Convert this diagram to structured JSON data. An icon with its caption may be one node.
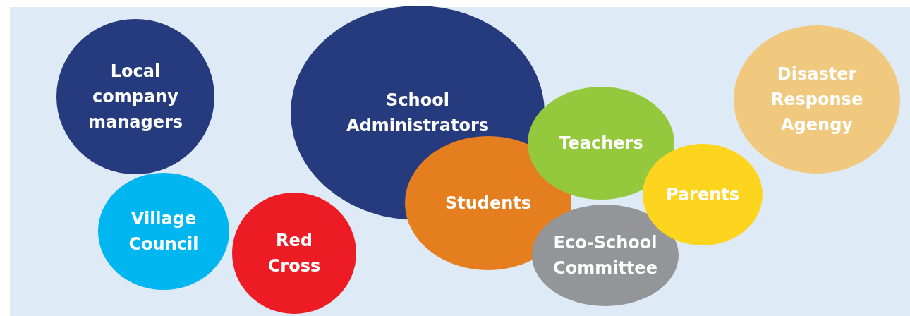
{
  "diagram": {
    "nodes": [
      {
        "text": [
          "Local company managers"
        ]
      },
      {
        "text": [
          "School Administrators"
        ]
      },
      {
        "text": [
          "Disaster Response Agengy"
        ]
      },
      {
        "text": [
          "Teachers"
        ]
      },
      {
        "text": [
          "Students"
        ]
      },
      {
        "text": [
          "Parents"
        ]
      },
      {
        "text": [
          "Village Council"
        ]
      },
      {
        "text": [
          "Red Cross"
        ]
      },
      {
        "text": [
          "Eco-School Committee"
        ]
      }
    ]
  }
}
